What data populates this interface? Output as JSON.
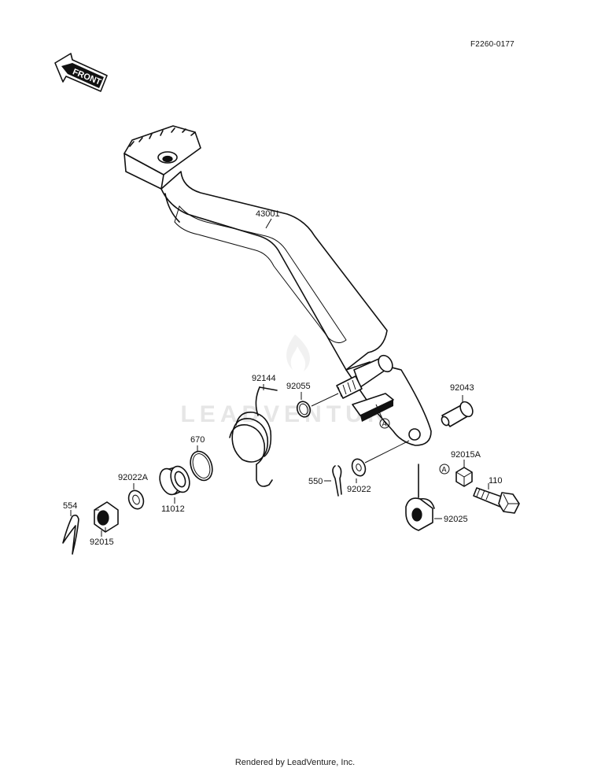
{
  "diagram_ref": "F2260-0177",
  "front_label": "FRONT",
  "watermark": "LEADVENTURE",
  "footer": "Rendered by LeadVenture, Inc.",
  "marker": "A",
  "parts": {
    "p43001": "43001",
    "p92144": "92144",
    "p92055": "92055",
    "p92043": "92043",
    "p670": "670",
    "p92022A": "92022A",
    "p11012": "11012",
    "p554": "554",
    "p92015": "92015",
    "p550": "550",
    "p92022": "92022",
    "p92015A": "92015A",
    "p110": "110",
    "p92025": "92025"
  }
}
